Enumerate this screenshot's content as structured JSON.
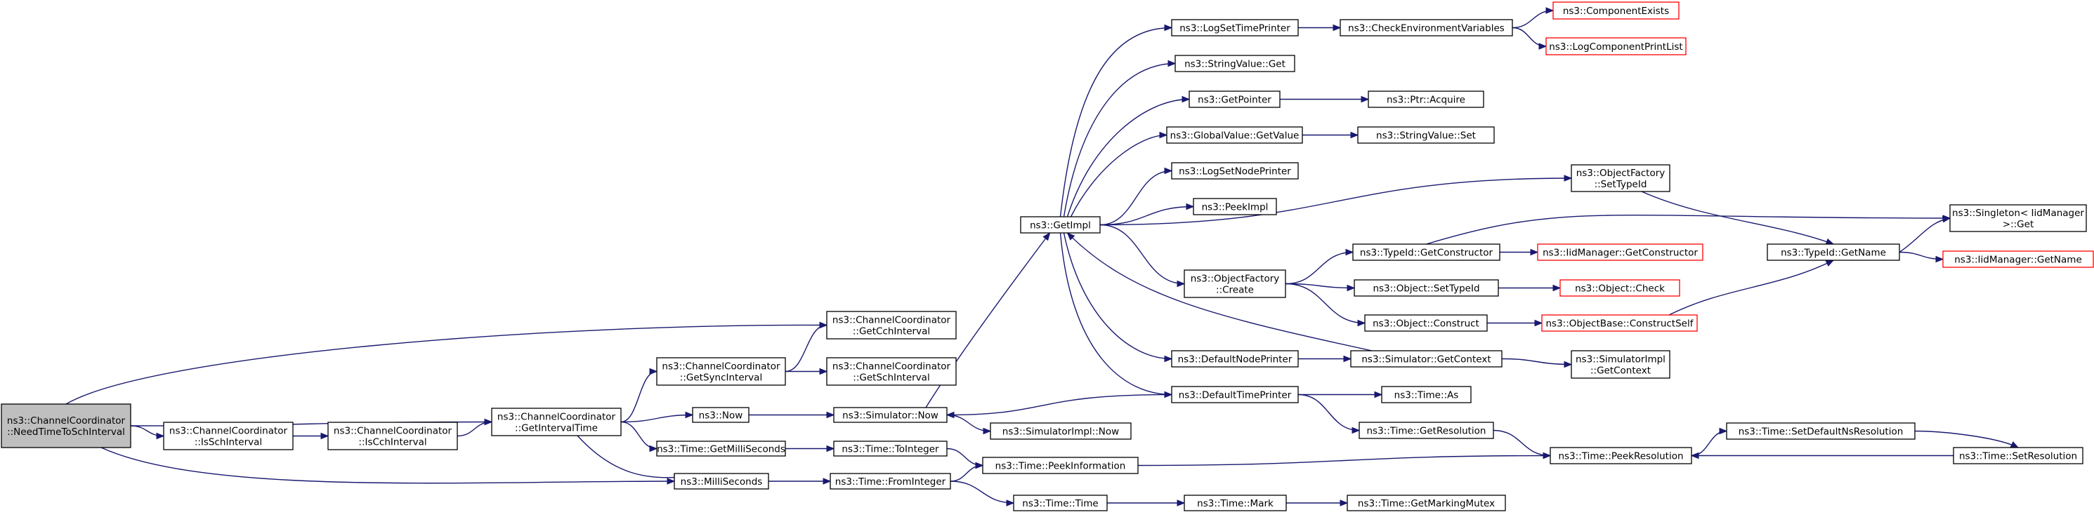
{
  "diagram": {
    "type": "call-graph",
    "colors": {
      "edge": "#191970",
      "node_border": "#000000",
      "truncated_border": "#ff0000",
      "root_fill": "#bfbfbf",
      "background": "#ffffff"
    },
    "nodes": [
      {
        "id": "needTime",
        "lines": [
          "ns3::ChannelCoordinator",
          "::NeedTimeToSchInterval"
        ],
        "style": "root"
      },
      {
        "id": "isSch",
        "lines": [
          "ns3::ChannelCoordinator",
          "::IsSchInterval"
        ],
        "style": "normal"
      },
      {
        "id": "isCch",
        "lines": [
          "ns3::ChannelCoordinator",
          "::IsCchInterval"
        ],
        "style": "normal"
      },
      {
        "id": "getInterval",
        "lines": [
          "ns3::ChannelCoordinator",
          "::GetIntervalTime"
        ],
        "style": "normal"
      },
      {
        "id": "getSync",
        "lines": [
          "ns3::ChannelCoordinator",
          "::GetSyncInterval"
        ],
        "style": "normal"
      },
      {
        "id": "getCch",
        "lines": [
          "ns3::ChannelCoordinator",
          "::GetCchInterval"
        ],
        "style": "normal"
      },
      {
        "id": "getSchI",
        "lines": [
          "ns3::ChannelCoordinator",
          "::GetSchInterval"
        ],
        "style": "normal"
      },
      {
        "id": "now",
        "lines": [
          "ns3::Now"
        ],
        "style": "normal"
      },
      {
        "id": "getMilli",
        "lines": [
          "ns3::Time::GetMilliSeconds"
        ],
        "style": "normal"
      },
      {
        "id": "milliSec",
        "lines": [
          "ns3::MilliSeconds"
        ],
        "style": "normal"
      },
      {
        "id": "simNow",
        "lines": [
          "ns3::Simulator::Now"
        ],
        "style": "normal"
      },
      {
        "id": "toInteger",
        "lines": [
          "ns3::Time::ToInteger"
        ],
        "style": "normal"
      },
      {
        "id": "fromInteger",
        "lines": [
          "ns3::Time::FromInteger"
        ],
        "style": "normal"
      },
      {
        "id": "getImpl",
        "lines": [
          "ns3::GetImpl"
        ],
        "style": "normal"
      },
      {
        "id": "simImplNow",
        "lines": [
          "ns3::SimulatorImpl::Now"
        ],
        "style": "normal"
      },
      {
        "id": "peekInfo",
        "lines": [
          "ns3::Time::PeekInformation"
        ],
        "style": "normal"
      },
      {
        "id": "timeTime",
        "lines": [
          "ns3::Time::Time"
        ],
        "style": "normal"
      },
      {
        "id": "logSetTime",
        "lines": [
          "ns3::LogSetTimePrinter"
        ],
        "style": "normal"
      },
      {
        "id": "strValGet",
        "lines": [
          "ns3::StringValue::Get"
        ],
        "style": "normal"
      },
      {
        "id": "getPointer",
        "lines": [
          "ns3::GetPointer"
        ],
        "style": "normal"
      },
      {
        "id": "globalGetVal",
        "lines": [
          "ns3::GlobalValue::GetValue"
        ],
        "style": "normal"
      },
      {
        "id": "logSetNode",
        "lines": [
          "ns3::LogSetNodePrinter"
        ],
        "style": "normal"
      },
      {
        "id": "peekImpl",
        "lines": [
          "ns3::PeekImpl"
        ],
        "style": "normal"
      },
      {
        "id": "ofCreate",
        "lines": [
          "ns3::ObjectFactory",
          "::Create"
        ],
        "style": "normal"
      },
      {
        "id": "defNodePrinter",
        "lines": [
          "ns3::DefaultNodePrinter"
        ],
        "style": "normal"
      },
      {
        "id": "defTimePrinter",
        "lines": [
          "ns3::DefaultTimePrinter"
        ],
        "style": "normal"
      },
      {
        "id": "timeMark",
        "lines": [
          "ns3::Time::Mark"
        ],
        "style": "normal"
      },
      {
        "id": "checkEnv",
        "lines": [
          "ns3::CheckEnvironmentVariables"
        ],
        "style": "normal"
      },
      {
        "id": "ptrAcquire",
        "lines": [
          "ns3::Ptr::Acquire"
        ],
        "style": "normal"
      },
      {
        "id": "strValSet",
        "lines": [
          "ns3::StringValue::Set"
        ],
        "style": "normal"
      },
      {
        "id": "tidGetCtor",
        "lines": [
          "ns3::TypeId::GetConstructor"
        ],
        "style": "normal"
      },
      {
        "id": "objSetTid",
        "lines": [
          "ns3::Object::SetTypeId"
        ],
        "style": "normal"
      },
      {
        "id": "objConstruct",
        "lines": [
          "ns3::Object::Construct"
        ],
        "style": "normal"
      },
      {
        "id": "simGetCtx",
        "lines": [
          "ns3::Simulator::GetContext"
        ],
        "style": "normal"
      },
      {
        "id": "timeAs",
        "lines": [
          "ns3::Time::As"
        ],
        "style": "normal"
      },
      {
        "id": "timeGetRes",
        "lines": [
          "ns3::Time::GetResolution"
        ],
        "style": "normal"
      },
      {
        "id": "getMarkMutex",
        "lines": [
          "ns3::Time::GetMarkingMutex"
        ],
        "style": "normal"
      },
      {
        "id": "compExists",
        "lines": [
          "ns3::ComponentExists"
        ],
        "style": "truncated"
      },
      {
        "id": "logCompPrint",
        "lines": [
          "ns3::LogComponentPrintList"
        ],
        "style": "truncated"
      },
      {
        "id": "ofSetTid",
        "lines": [
          "ns3::ObjectFactory",
          "::SetTypeId"
        ],
        "style": "normal"
      },
      {
        "id": "iidGetCtor",
        "lines": [
          "ns3::IidManager::GetConstructor"
        ],
        "style": "truncated"
      },
      {
        "id": "objCheck",
        "lines": [
          "ns3::Object::Check"
        ],
        "style": "truncated"
      },
      {
        "id": "obConstructSelf",
        "lines": [
          "ns3::ObjectBase::ConstructSelf"
        ],
        "style": "truncated"
      },
      {
        "id": "simImplGetCtx",
        "lines": [
          "ns3::SimulatorImpl",
          "::GetContext"
        ],
        "style": "normal"
      },
      {
        "id": "peekRes",
        "lines": [
          "ns3::Time::PeekResolution"
        ],
        "style": "normal"
      },
      {
        "id": "tidGetName",
        "lines": [
          "ns3::TypeId::GetName"
        ],
        "style": "normal"
      },
      {
        "id": "setDefNsRes",
        "lines": [
          "ns3::Time::SetDefaultNsResolution"
        ],
        "style": "normal"
      },
      {
        "id": "singletonGet",
        "lines": [
          "ns3::Singleton< IidManager",
          " >::Get"
        ],
        "style": "normal"
      },
      {
        "id": "iidGetName",
        "lines": [
          "ns3::IidManager::GetName"
        ],
        "style": "truncated"
      },
      {
        "id": "timeSetRes",
        "lines": [
          "ns3::Time::SetResolution"
        ],
        "style": "normal"
      }
    ],
    "edges": [
      [
        "needTime",
        "getCch"
      ],
      [
        "needTime",
        "getInterval"
      ],
      [
        "needTime",
        "isSch"
      ],
      [
        "needTime",
        "milliSec"
      ],
      [
        "isSch",
        "isCch"
      ],
      [
        "isCch",
        "getInterval"
      ],
      [
        "getInterval",
        "getSync"
      ],
      [
        "getInterval",
        "now"
      ],
      [
        "getInterval",
        "getMilli"
      ],
      [
        "getInterval",
        "milliSec"
      ],
      [
        "getSync",
        "getCch"
      ],
      [
        "getSync",
        "getSchI"
      ],
      [
        "now",
        "simNow"
      ],
      [
        "getMilli",
        "toInteger"
      ],
      [
        "milliSec",
        "fromInteger"
      ],
      [
        "simNow",
        "getImpl"
      ],
      [
        "simNow",
        "simImplNow"
      ],
      [
        "toInteger",
        "peekInfo"
      ],
      [
        "fromInteger",
        "peekInfo"
      ],
      [
        "fromInteger",
        "timeTime"
      ],
      [
        "getImpl",
        "logSetTime"
      ],
      [
        "getImpl",
        "strValGet"
      ],
      [
        "getImpl",
        "getPointer"
      ],
      [
        "getImpl",
        "globalGetVal"
      ],
      [
        "getImpl",
        "logSetNode"
      ],
      [
        "getImpl",
        "peekImpl"
      ],
      [
        "getImpl",
        "ofSetTid"
      ],
      [
        "getImpl",
        "ofCreate"
      ],
      [
        "getImpl",
        "defNodePrinter"
      ],
      [
        "getImpl",
        "defTimePrinter"
      ],
      [
        "logSetTime",
        "checkEnv"
      ],
      [
        "checkEnv",
        "compExists"
      ],
      [
        "checkEnv",
        "logCompPrint"
      ],
      [
        "getPointer",
        "ptrAcquire"
      ],
      [
        "globalGetVal",
        "strValSet"
      ],
      [
        "ofCreate",
        "tidGetCtor"
      ],
      [
        "ofCreate",
        "objSetTid"
      ],
      [
        "ofCreate",
        "objConstruct"
      ],
      [
        "tidGetCtor",
        "iidGetCtor"
      ],
      [
        "tidGetCtor",
        "singletonGet"
      ],
      [
        "objSetTid",
        "objCheck"
      ],
      [
        "objConstruct",
        "obConstructSelf"
      ],
      [
        "obConstructSelf",
        "tidGetName"
      ],
      [
        "ofSetTid",
        "tidGetName"
      ],
      [
        "defNodePrinter",
        "simGetCtx"
      ],
      [
        "simGetCtx",
        "getImpl"
      ],
      [
        "simGetCtx",
        "simImplGetCtx"
      ],
      [
        "defTimePrinter",
        "simNow"
      ],
      [
        "defTimePrinter",
        "timeAs"
      ],
      [
        "defTimePrinter",
        "timeGetRes"
      ],
      [
        "timeGetRes",
        "peekRes"
      ],
      [
        "peekInfo",
        "peekRes"
      ],
      [
        "timeTime",
        "timeMark"
      ],
      [
        "timeMark",
        "getMarkMutex"
      ],
      [
        "tidGetName",
        "singletonGet"
      ],
      [
        "tidGetName",
        "iidGetName"
      ],
      [
        "peekRes",
        "setDefNsRes"
      ],
      [
        "setDefNsRes",
        "timeSetRes"
      ],
      [
        "timeSetRes",
        "peekRes"
      ]
    ]
  }
}
